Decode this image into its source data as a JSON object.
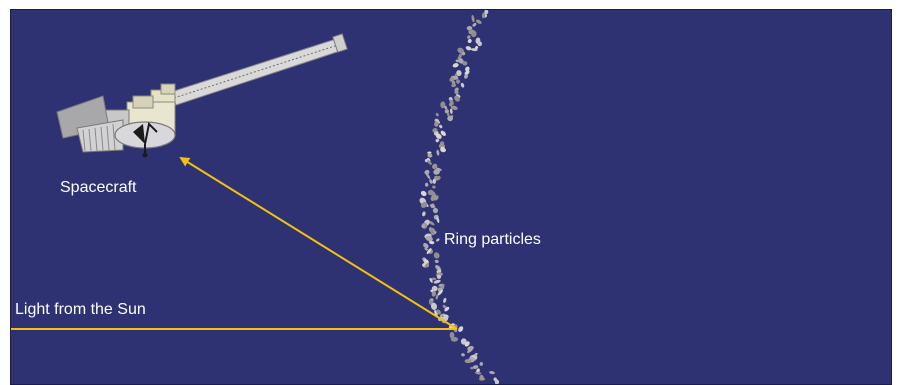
{
  "labels": {
    "spacecraft": "Spacecraft",
    "ring_particles": "Ring particles",
    "sunlight": "Light from the Sun"
  },
  "colors": {
    "background": "#2e3272",
    "light_ray": "#f2c10f",
    "text": "#ffffff",
    "particle": "#b8b8bc"
  }
}
